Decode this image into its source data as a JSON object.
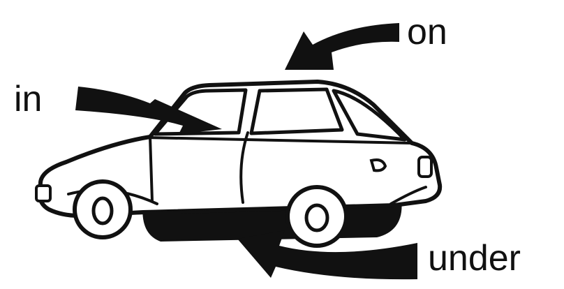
{
  "labels": {
    "on": "on",
    "in": "in",
    "under": "under"
  },
  "colors": {
    "ink": "#111111",
    "paper": "#ffffff"
  },
  "icons": [
    "car-illustration",
    "arrow-on-icon",
    "arrow-in-icon",
    "arrow-under-icon"
  ]
}
